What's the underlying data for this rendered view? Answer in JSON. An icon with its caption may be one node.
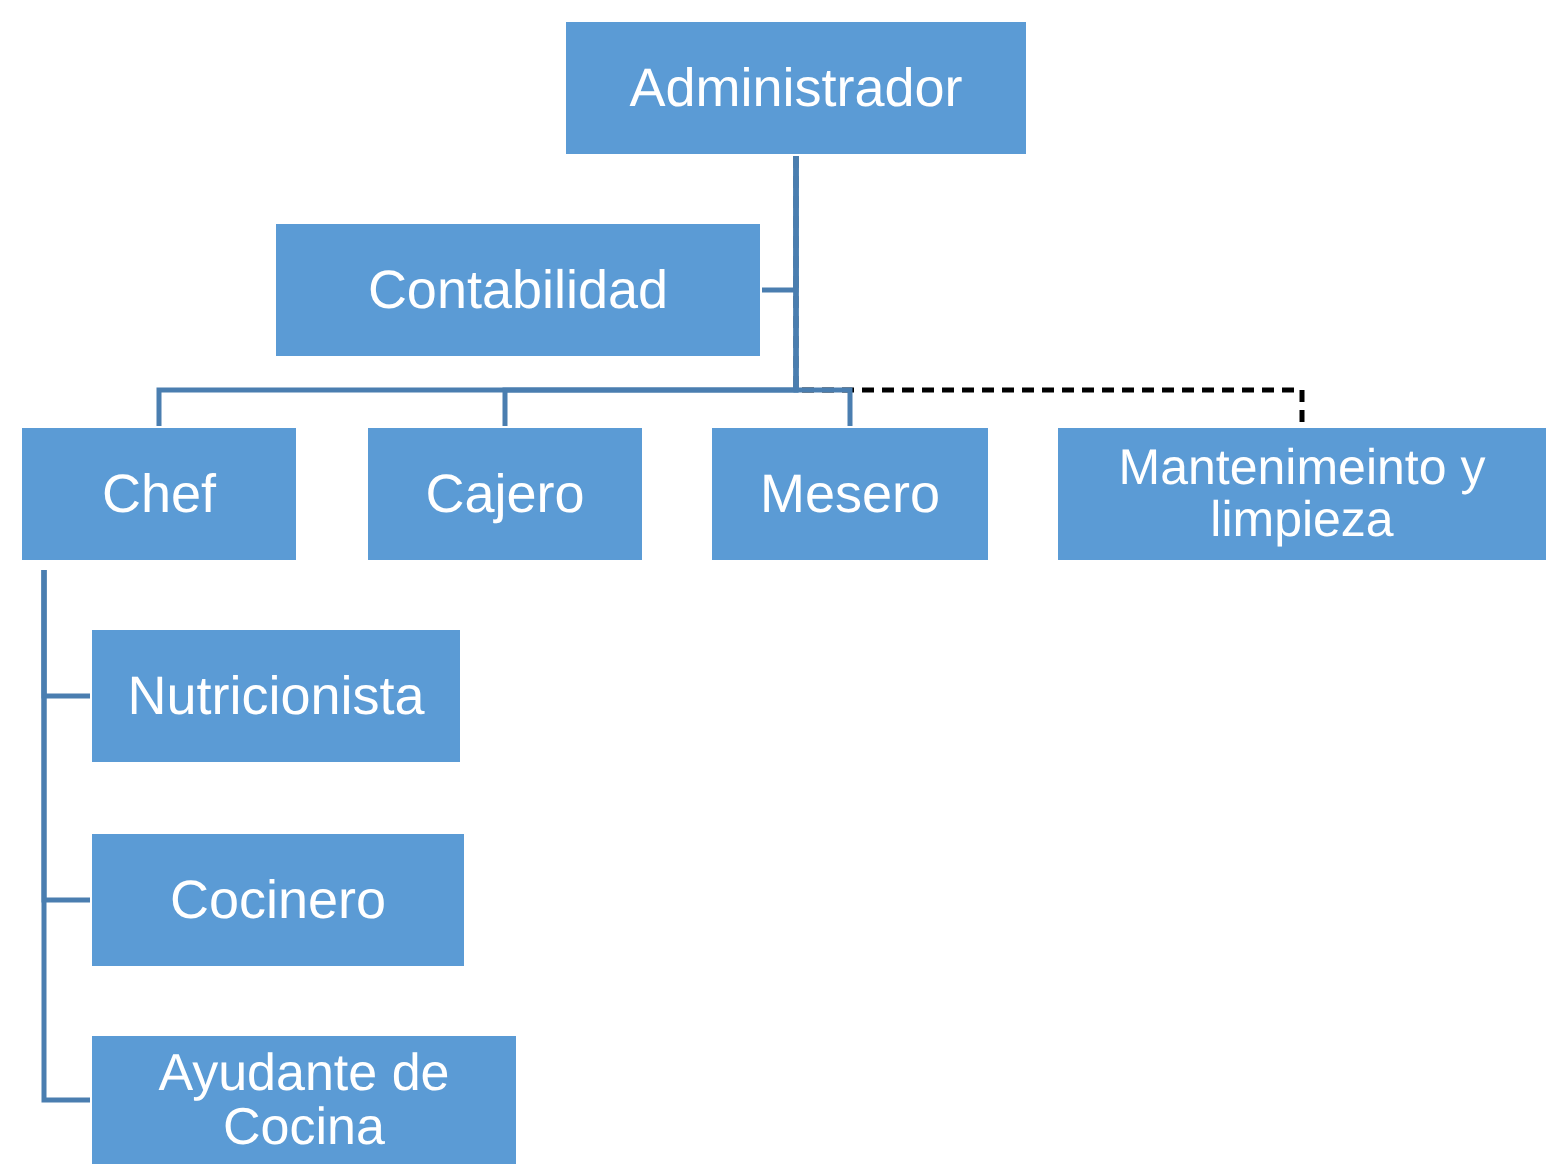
{
  "diagram": {
    "nodes": [
      {
        "text": [
          "Administrador"
        ]
      },
      {
        "text": [
          "Contabilidad"
        ]
      },
      {
        "text": [
          "Chef"
        ]
      },
      {
        "text": [
          "Cajero"
        ]
      },
      {
        "text": [
          "Mesero"
        ]
      },
      {
        "text": [
          "Mantenimeinto y limpieza"
        ]
      },
      {
        "text": [
          "Nutricionista"
        ]
      },
      {
        "text": [
          "Cocinero"
        ]
      },
      {
        "text": [
          "Ayudante de Cocina"
        ]
      }
    ],
    "edges": [
      {
        "from": 0,
        "to": 1,
        "arrow": "none"
      },
      {
        "from": 0,
        "to": 2,
        "arrow": "none"
      },
      {
        "from": 0,
        "to": 3,
        "arrow": "none"
      },
      {
        "from": 0,
        "to": 4,
        "arrow": "none"
      },
      {
        "from": 0,
        "to": 5,
        "arrow": "none",
        "style": "dashed",
        "color": "#000000"
      },
      {
        "from": 2,
        "to": 6,
        "arrow": "none"
      },
      {
        "from": 2,
        "to": 7,
        "arrow": "none"
      },
      {
        "from": 2,
        "to": 8,
        "arrow": "none"
      }
    ]
  }
}
